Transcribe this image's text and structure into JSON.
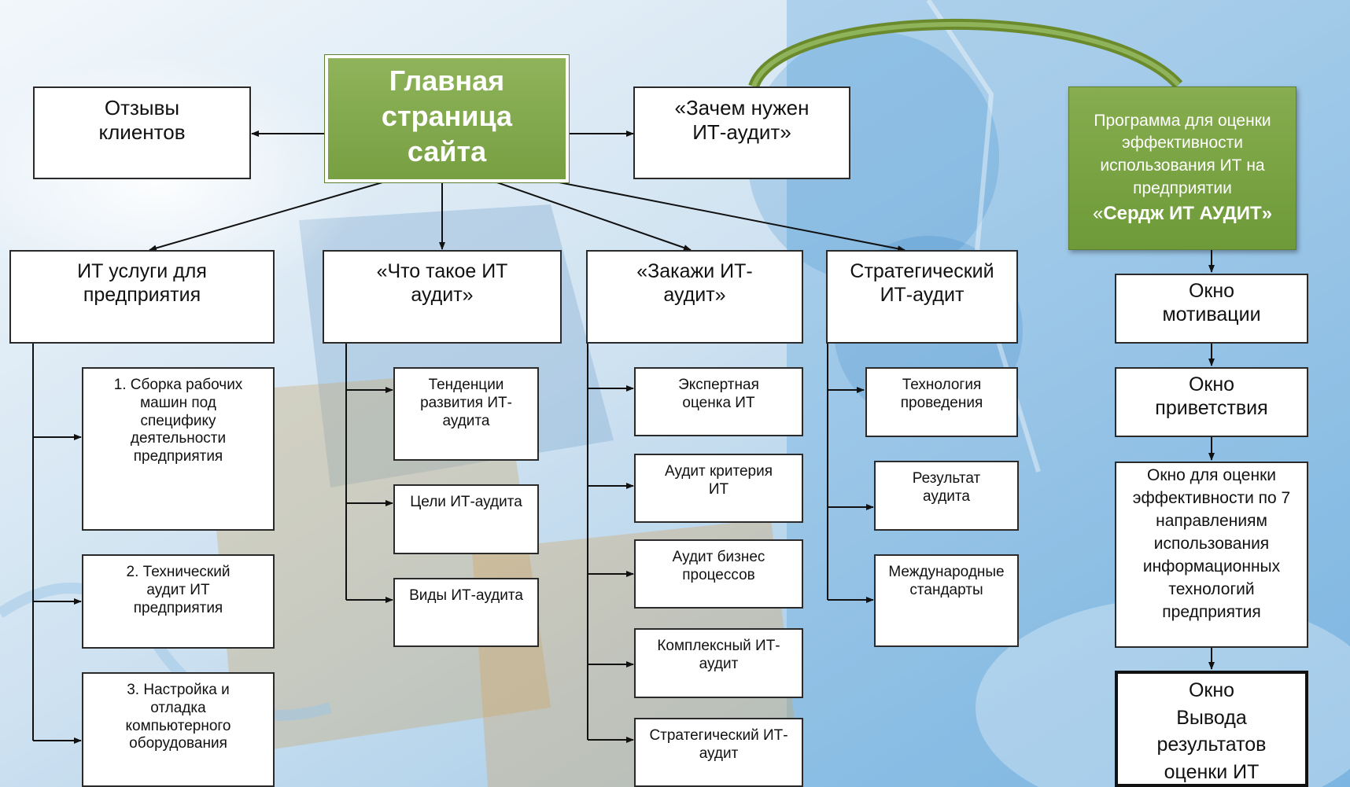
{
  "colors": {
    "accent_green": "#7aa446",
    "arc_green": "#6b8a2c",
    "box_border": "#2a2a2a"
  },
  "main": {
    "label": "Главная\nстраница\nсайта"
  },
  "top_left": {
    "label": "Отзывы\nклиентов"
  },
  "top_right": {
    "label": "«Зачем нужен\nИТ-аудит»"
  },
  "program": {
    "line1": "Программа для оценки\nэффективности\nиспользования ИТ на\nпредприятии",
    "quote_open": "«",
    "name": "Сердж  ИТ АУДИТ»"
  },
  "columns": [
    {
      "header": "ИТ услуги для\nпредприятия",
      "items": [
        "1. Сборка рабочих\nмашин под\nспецифику\nдеятельности\nпредприятия",
        "2. Технический\nаудит ИТ\nпредприятия",
        "3. Настройка и\nотладка\nкомпьютерного\nоборудования"
      ]
    },
    {
      "header": "«Что такое ИТ\nаудит»",
      "items": [
        "Тенденции\nразвития ИТ-\nаудита",
        "Цели ИТ-аудита",
        "Виды ИТ-аудита"
      ]
    },
    {
      "header": "«Закажи ИТ-\nаудит»",
      "items": [
        "Экспертная\nоценка ИТ",
        "Аудит критерия\nИТ",
        "Аудит бизнес\nпроцессов",
        "Комплексный  ИТ-\nаудит",
        "Стратегический  ИТ-\nаудит"
      ]
    },
    {
      "header": "Стратегический\nИТ-аудит",
      "items": [
        "Технология\nпроведения",
        "Результат\nаудита",
        "Международные\nстандарты"
      ]
    }
  ],
  "windows": [
    "Окно\nмотивации",
    "Окно\nприветствия",
    "Окно для оценки\nэффективности по 7\nнаправлениям\nиспользования\nинформационных\nтехнологий\nпредприятия",
    "Окно\nВывода\nрезультатов\nоценки ИТ"
  ]
}
